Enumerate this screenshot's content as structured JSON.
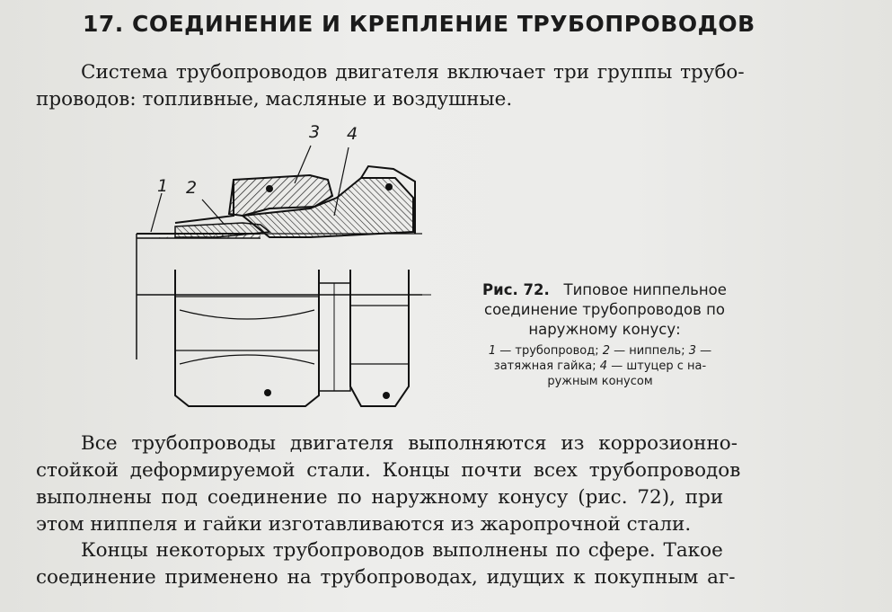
{
  "heading": "17. СОЕДИНЕНИЕ И КРЕПЛЕНИЕ ТРУБОПРОВОДОВ",
  "intro": {
    "line1": "Система трубопроводов двигателя включает три группы трубо-",
    "line2": "проводов: топливные, масляные и воздушные."
  },
  "figure": {
    "callouts": [
      "1",
      "2",
      "3",
      "4"
    ],
    "caption": {
      "label": "Рис. 72.",
      "title_part1": "Типовое ниппельное",
      "title_part2": "соединение трубопроводов по",
      "title_part3": "наружному конусу:",
      "legend": [
        {
          "num": "1",
          "text": "— трубопровод;"
        },
        {
          "num": "2",
          "text": "— ниппель;"
        },
        {
          "num": "3",
          "text": "—"
        },
        {
          "text": "затяжная гайка;"
        },
        {
          "num": "4",
          "text": "— штуцер с на-"
        },
        {
          "text": "ружным конусом"
        }
      ]
    }
  },
  "body": {
    "p2": [
      "Все трубопроводы двигателя выполняются из коррозионно-",
      "стойкой деформируемой стали. Концы почти всех трубопроводов",
      "выполнены под соединение по наружному конусу (рис. 72), при",
      "этом ниппеля и гайки изготавливаются из жаропрочной стали."
    ],
    "p3": [
      "Концы некоторых трубопроводов выполнены по сфере. Такое",
      "соединение применено на трубопроводах, идущих к покупным аг-"
    ]
  }
}
